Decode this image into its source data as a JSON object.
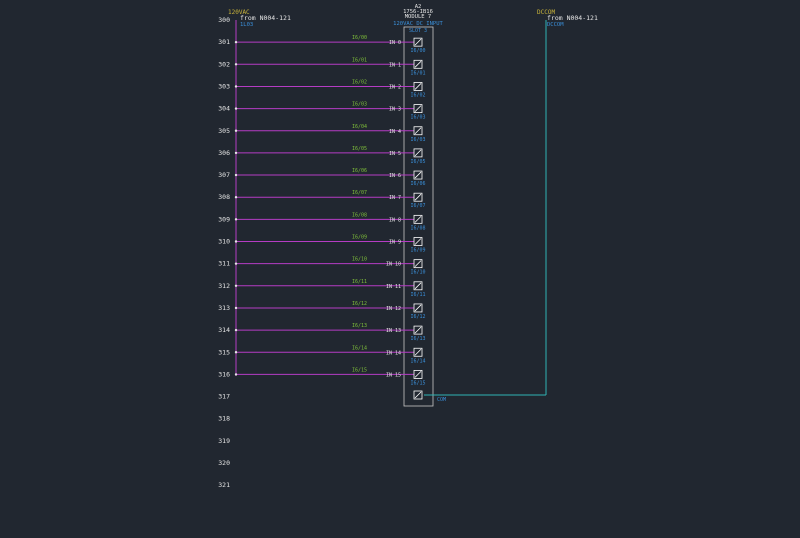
{
  "colors": {
    "background": "#212730",
    "rung_number": "#e6e6e6",
    "wire_120vac": "#b53cc4",
    "wire_dc": "#2fb3b3",
    "module_box": "#c8c8c8",
    "terminal": "#ffffff",
    "tag_green": "#7fbf3a",
    "text_blue": "#3a8fd9",
    "text_white": "#e6e6e6",
    "text_yellow": "#c9b43a"
  },
  "source_left": {
    "tag": "120VAC",
    "from_text": "from N004-121",
    "wire_label": "1L03"
  },
  "source_right": {
    "tag": "DCCOM",
    "from_text": "from N004-121",
    "wire_label": "DCCOM"
  },
  "module": {
    "id": "A2",
    "part": "1756-IB16",
    "name": "MODULE 7",
    "subtitle": "120VAC DC INPUT",
    "slot": "SLOT 3",
    "common_label": "COM"
  },
  "rung_numbers": [
    "300",
    "301",
    "302",
    "303",
    "304",
    "305",
    "306",
    "307",
    "308",
    "309",
    "310",
    "311",
    "312",
    "313",
    "314",
    "315",
    "316",
    "317",
    "318",
    "319",
    "320",
    "321"
  ],
  "inputs": [
    {
      "rung": "301",
      "wire_tag": "I6/00",
      "in_label": "IN 0",
      "address": "I6/00"
    },
    {
      "rung": "302",
      "wire_tag": "I6/01",
      "in_label": "IN 1",
      "address": "I6/01"
    },
    {
      "rung": "303",
      "wire_tag": "I6/02",
      "in_label": "IN 2",
      "address": "I6/02"
    },
    {
      "rung": "304",
      "wire_tag": "I6/03",
      "in_label": "IN 3",
      "address": "I6/03"
    },
    {
      "rung": "305",
      "wire_tag": "I6/04",
      "in_label": "IN 4",
      "address": "I6/03"
    },
    {
      "rung": "306",
      "wire_tag": "I6/05",
      "in_label": "IN 5",
      "address": "I6/05"
    },
    {
      "rung": "307",
      "wire_tag": "I6/06",
      "in_label": "IN 6",
      "address": "I6/06"
    },
    {
      "rung": "308",
      "wire_tag": "I6/07",
      "in_label": "IN 7",
      "address": "I6/07"
    },
    {
      "rung": "309",
      "wire_tag": "I6/08",
      "in_label": "IN 8",
      "address": "I6/08"
    },
    {
      "rung": "310",
      "wire_tag": "I6/09",
      "in_label": "IN 9",
      "address": "I6/09"
    },
    {
      "rung": "311",
      "wire_tag": "I6/10",
      "in_label": "IN 10",
      "address": "I6/10"
    },
    {
      "rung": "312",
      "wire_tag": "I6/11",
      "in_label": "IN 11",
      "address": "I6/11"
    },
    {
      "rung": "313",
      "wire_tag": "I6/12",
      "in_label": "IN 12",
      "address": "I6/12"
    },
    {
      "rung": "314",
      "wire_tag": "I6/13",
      "in_label": "IN 13",
      "address": "I6/13"
    },
    {
      "rung": "315",
      "wire_tag": "I6/14",
      "in_label": "IN 14",
      "address": "I6/14"
    },
    {
      "rung": "316",
      "wire_tag": "I6/15",
      "in_label": "IN 15",
      "address": "I6/15"
    }
  ]
}
